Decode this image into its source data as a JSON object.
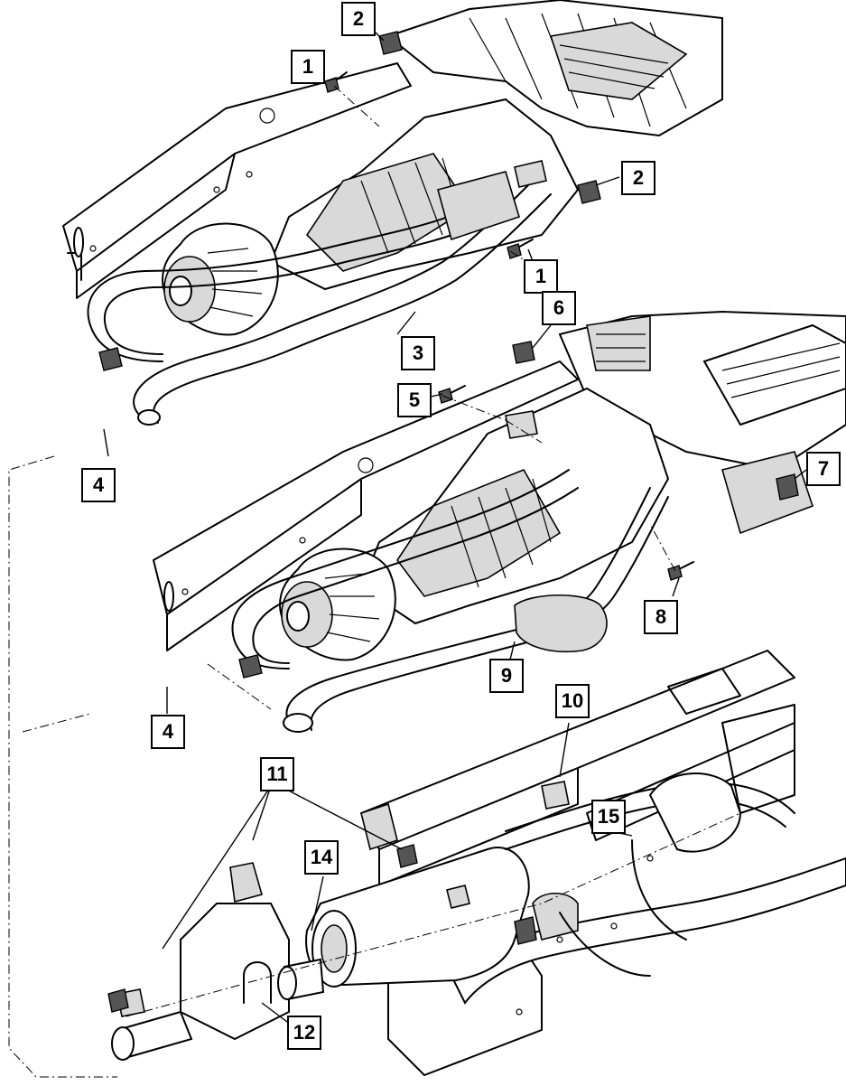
{
  "diagram": {
    "callouts": {
      "c1a": "1",
      "c2a": "2",
      "c2b": "2",
      "c1b": "1",
      "c6": "6",
      "c3": "3",
      "c5": "5",
      "c4a": "4",
      "c7": "7",
      "c8": "8",
      "c9": "9",
      "c4b": "4",
      "c10": "10",
      "c11": "11",
      "c15": "15",
      "c14": "14",
      "c12": "12"
    }
  }
}
